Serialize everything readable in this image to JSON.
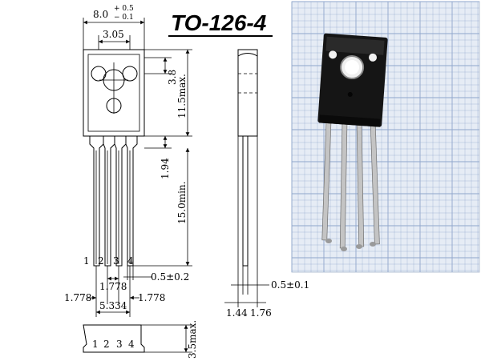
{
  "package": {
    "title": "TO-126-4"
  },
  "front_view": {
    "width_nominal": "8.0",
    "width_tol_plus": "+ 0.5",
    "width_tol_minus": "− 0.1",
    "hole_spacing": "3.05",
    "hole_height": "3.8",
    "body_height": "11.5max.",
    "lead_shoulder": "1.94",
    "lead_length": "15.0min.",
    "lead_width": "0.5±0.2",
    "pin_labels": [
      "1",
      "2",
      "3",
      "4"
    ]
  },
  "pitch_dims": {
    "inner_pitch": "1.778",
    "left_pitch": "1.778",
    "right_pitch": "1.778",
    "total_span": "5.334"
  },
  "side_view": {
    "lead_thickness": "0.5±0.1",
    "left_offset": "1.44",
    "right_offset": "1.76"
  },
  "bottom_view": {
    "height": "3.5max.",
    "pin_labels": [
      "1",
      "2",
      "3",
      "4"
    ]
  },
  "colors": {
    "line": "#000000",
    "grid_paper": "#e6ecf5",
    "grid_line": "#8fa6cc",
    "component_body": "#151515",
    "metal_tab": "#d9d9d9",
    "lead_metal": "#c4c4c4"
  }
}
